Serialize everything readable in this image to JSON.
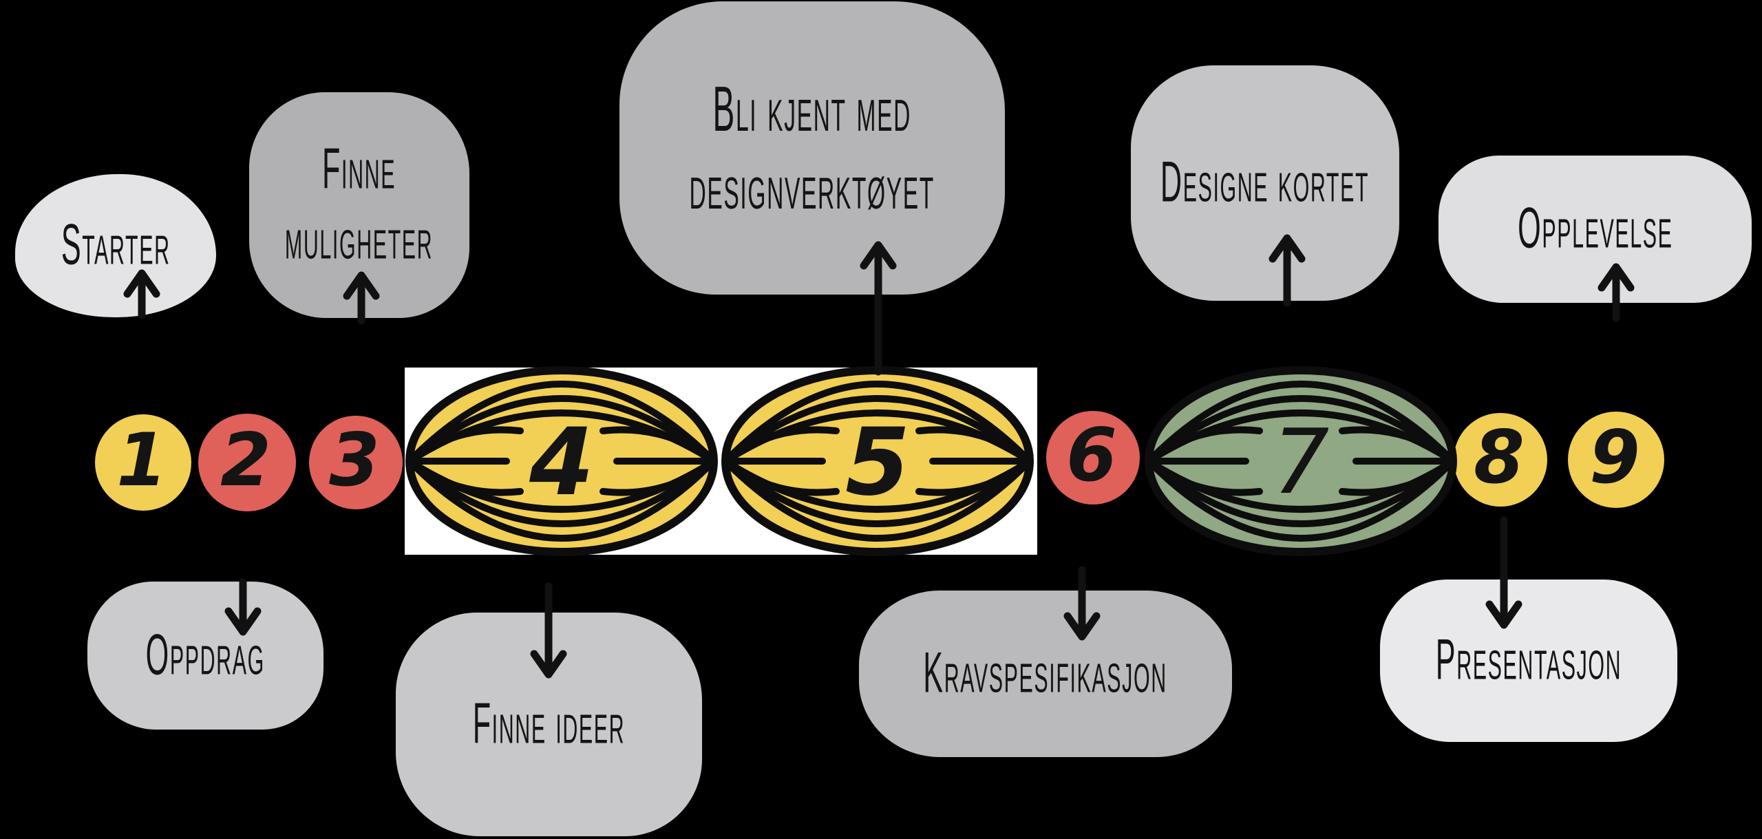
{
  "canvas": {
    "background": "#000000",
    "whiteboard": "#FFFFFF"
  },
  "palette": {
    "yellow": "#F2CF55",
    "red": "#E0615A",
    "green": "#90A883",
    "ink": "#111111"
  },
  "steps": [
    {
      "number": "1",
      "shape": "circle",
      "color": "#F2CF55"
    },
    {
      "number": "2",
      "shape": "circle",
      "color": "#E0615A"
    },
    {
      "number": "3",
      "shape": "circle",
      "color": "#E0615A"
    },
    {
      "number": "4",
      "shape": "lens",
      "color": "#F2CF55"
    },
    {
      "number": "5",
      "shape": "lens",
      "color": "#F2CF55"
    },
    {
      "number": "6",
      "shape": "circle",
      "color": "#E0615A"
    },
    {
      "number": "7",
      "shape": "lens",
      "color": "#90A883"
    },
    {
      "number": "8",
      "shape": "circle",
      "color": "#F2CF55"
    },
    {
      "number": "9",
      "shape": "circle",
      "color": "#F2CF55"
    }
  ],
  "top_labels": [
    {
      "id": "starter",
      "lines": [
        "Starter"
      ],
      "color": "#E4E4E6"
    },
    {
      "id": "finne-muligheter",
      "lines": [
        "Finne",
        "muligheter"
      ],
      "color": "#B1B1B3"
    },
    {
      "id": "bli-kjent",
      "lines": [
        "Bli kjent med",
        "designverktøyet"
      ],
      "color": "#B5B5B7"
    },
    {
      "id": "designe-kortet",
      "lines": [
        "Designe kortet"
      ],
      "color": "#C5C5C7"
    },
    {
      "id": "opplevelse",
      "lines": [
        "Opplevelse"
      ],
      "color": "#DFDFE1"
    }
  ],
  "bottom_labels": [
    {
      "id": "oppdrag",
      "lines": [
        "Oppdrag"
      ],
      "color": "#CBCBCD"
    },
    {
      "id": "finne-ideer",
      "lines": [
        "Finne ideer"
      ],
      "color": "#C8C8CA"
    },
    {
      "id": "kravspesifikasjon",
      "lines": [
        "Kravspesifikasjon"
      ],
      "color": "#BABABC"
    },
    {
      "id": "presentasjon",
      "lines": [
        "Presentasjon"
      ],
      "color": "#E9E9EB"
    }
  ],
  "connections": [
    {
      "from": "1",
      "to": "Starter",
      "direction": "up"
    },
    {
      "from": "3",
      "to": "Finne muligheter",
      "direction": "up"
    },
    {
      "from": "5",
      "to": "Bli kjent med designverktøyet",
      "direction": "up"
    },
    {
      "from": "7",
      "to": "Designe kortet",
      "direction": "up"
    },
    {
      "from": "9",
      "to": "Opplevelse",
      "direction": "up"
    },
    {
      "from": "2",
      "to": "Oppdrag",
      "direction": "down"
    },
    {
      "from": "4",
      "to": "Finne ideer",
      "direction": "down"
    },
    {
      "from": "6",
      "to": "Kravspesifikasjon",
      "direction": "down"
    },
    {
      "from": "8",
      "to": "Presentasjon",
      "direction": "down"
    }
  ]
}
